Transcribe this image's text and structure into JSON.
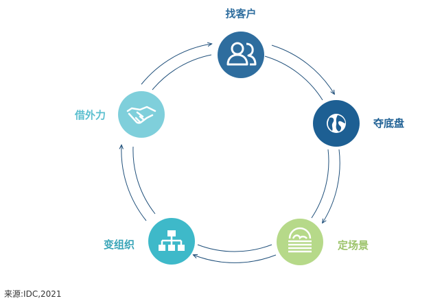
{
  "nodes": [
    {
      "id": "find-customers",
      "label": "找客户",
      "color": "#2e6d9e",
      "label_color": "#2e6d9e",
      "icon": "users-icon"
    },
    {
      "id": "seize-base",
      "label": "夺底盘",
      "color": "#1d5f93",
      "label_color": "#1d5f93",
      "icon": "globe-icon"
    },
    {
      "id": "set-scenes",
      "label": "定场景",
      "color": "#b6d989",
      "label_color": "#9cc36a",
      "icon": "scene-icon"
    },
    {
      "id": "change-org",
      "label": "变组织",
      "color": "#3eb9c9",
      "label_color": "#3aa5b8",
      "icon": "org-chart-icon"
    },
    {
      "id": "leverage-partners",
      "label": "借外力",
      "color": "#7fcfdb",
      "label_color": "#5bbfcf",
      "icon": "handshake-icon"
    }
  ],
  "arrow_color": "#1f4f7a",
  "source": "来源:IDC,2021"
}
